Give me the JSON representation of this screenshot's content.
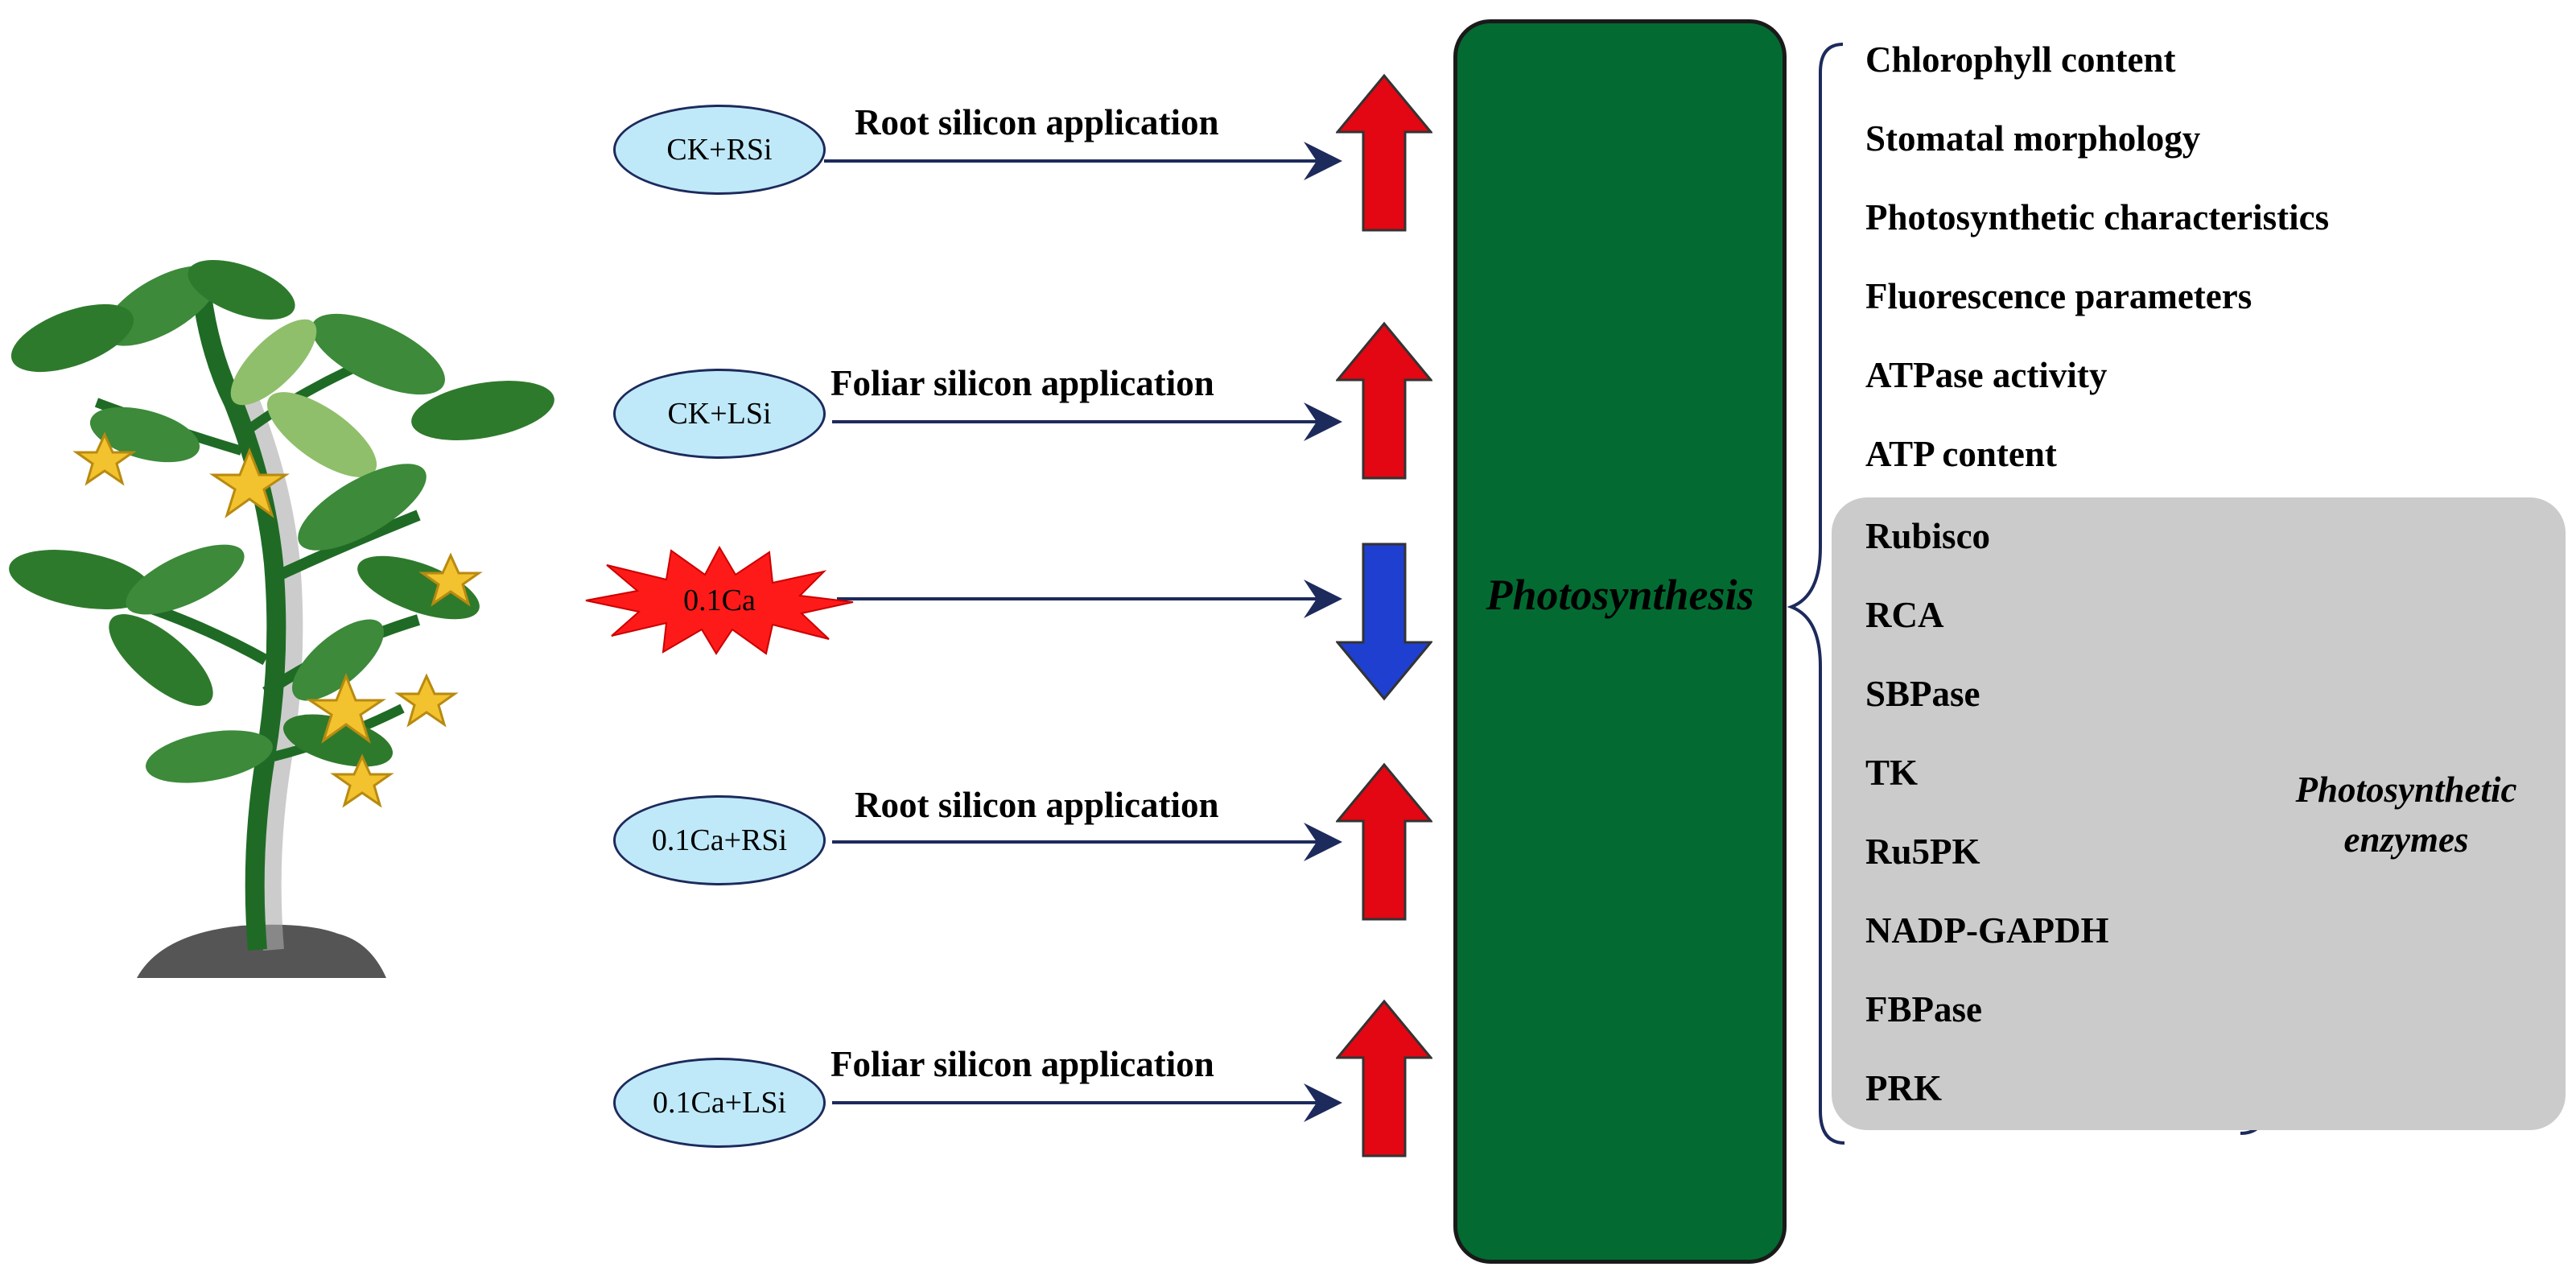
{
  "treatments": [
    {
      "label": "CK+RSi",
      "action": "Root silicon application",
      "effect": "increase"
    },
    {
      "label": "CK+LSi",
      "action": "Foliar silicon application",
      "effect": "increase"
    },
    {
      "label": "0.1Ca",
      "action": "",
      "effect": "decrease"
    },
    {
      "label": "0.1Ca+RSi",
      "action": "Root silicon application",
      "effect": "increase"
    },
    {
      "label": "0.1Ca+LSi",
      "action": "Foliar silicon application",
      "effect": "increase"
    }
  ],
  "center": {
    "label": "Photosynthesis"
  },
  "parameters": [
    "Chlorophyll content",
    "Stomatal morphology",
    "Photosynthetic characteristics",
    "Fluorescence parameters",
    "ATPase activity",
    "ATP content"
  ],
  "enzymes": {
    "title_line1": "Photosynthetic",
    "title_line2": "enzymes",
    "items": [
      "Rubisco",
      "RCA",
      "SBPase",
      "TK",
      "Ru5PK",
      "NADP-GAPDH",
      "FBPase",
      "PRK"
    ]
  },
  "colors": {
    "increase_arrow": "#e30613",
    "decrease_arrow": "#1e3fcf",
    "center_box": "#036b32",
    "ellipse_fill": "#bfe9f8",
    "burst_fill": "#ff1a1a",
    "enzyme_panel": "#cbcbcb",
    "connector": "#1d2a5c"
  }
}
